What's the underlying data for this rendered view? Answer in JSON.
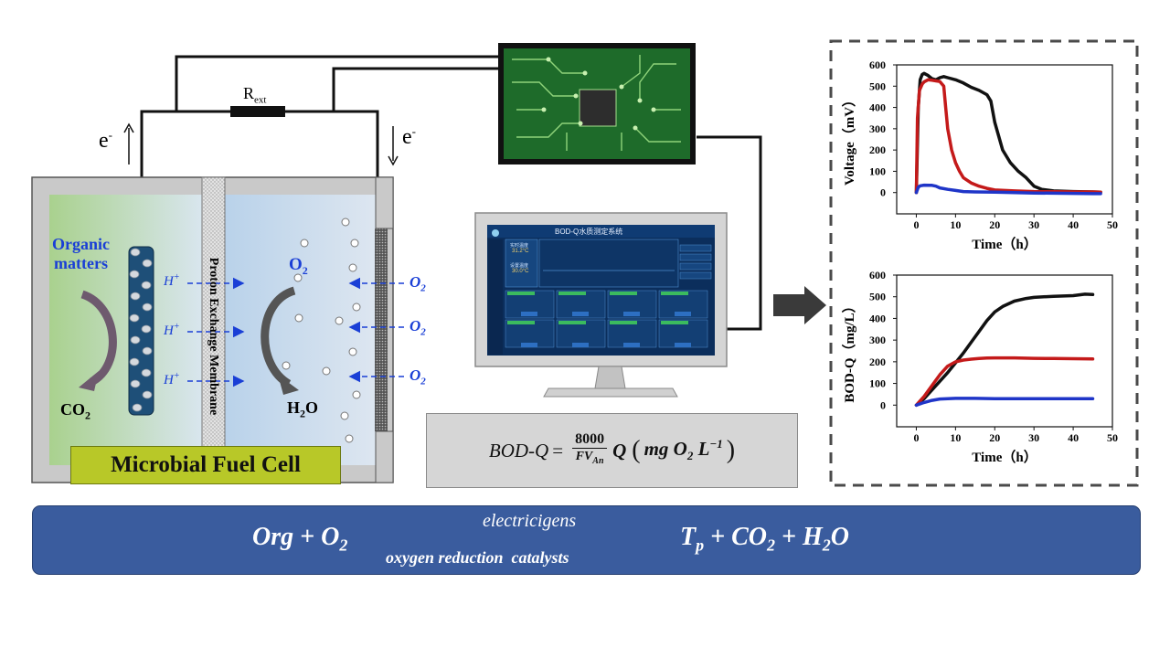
{
  "circuit": {
    "resistor_label": "R",
    "resistor_sub": "ext",
    "electron_left": "e",
    "electron_right": "e",
    "electron_sup": "-"
  },
  "cell": {
    "title": "Microbial Fuel Cell",
    "membrane_label": "Proton Exchange Membrane",
    "organic_label": "Organic\nmatters",
    "co2": "CO",
    "co2_sub": "2",
    "o2": "O",
    "o2_sub": "2",
    "h2o": "H",
    "h2o_sub": "2",
    "h2o_tail": "O",
    "proton": "H",
    "proton_sup": "+",
    "o2_inflow": "O",
    "o2_inflow_sub": "2"
  },
  "monitor": {
    "title": "BOD-Q水质测定系统",
    "panel_labels": [
      "实时温度",
      "31.2°C",
      "设置温度",
      "30.0°C"
    ]
  },
  "formula": {
    "lhs": "BOD-Q",
    "numerator": "8000",
    "denominator": "FV",
    "denominator_sub": "An",
    "rhs_var": "Q",
    "units": "mg O",
    "units_sub": "2",
    "units_tail": "L",
    "units_exp": "−1"
  },
  "reaction": {
    "reactant_1": "Org",
    "reactant_2": "O",
    "reactant_2_sub": "2",
    "above_arrow": "electricigens",
    "below_arrow": "oxygen reduction  catalysts",
    "product_1": "T",
    "product_1_sub": "p",
    "product_2": "CO",
    "product_2_sub": "2",
    "product_3": "H",
    "product_3_sub": "2",
    "product_3_tail": "O"
  },
  "colors": {
    "black_series": "#111111",
    "red_series": "#c41a1a",
    "blue_series": "#1f35c8",
    "banner": "#3a5c9e",
    "title_box": "#b8c828"
  },
  "chart_data": [
    {
      "type": "line",
      "xlabel": "Time（h）",
      "ylabel": "Voltage（mV）",
      "xlim": [
        -5,
        50
      ],
      "ylim": [
        -100,
        600
      ],
      "xticks": [
        0,
        10,
        20,
        30,
        40,
        50
      ],
      "yticks": [
        0,
        100,
        200,
        300,
        400,
        500,
        600
      ],
      "series": [
        {
          "color": "#111111",
          "x": [
            0,
            0.5,
            1,
            1.5,
            2,
            3,
            4,
            5,
            6,
            7,
            8,
            10,
            12,
            14,
            16,
            18,
            19,
            20,
            22,
            24,
            26,
            28,
            30,
            32,
            35,
            40,
            45,
            47
          ],
          "y": [
            0,
            400,
            530,
            555,
            560,
            550,
            535,
            530,
            540,
            545,
            540,
            530,
            515,
            495,
            480,
            460,
            430,
            330,
            200,
            140,
            100,
            70,
            30,
            15,
            8,
            5,
            3,
            2
          ]
        },
        {
          "color": "#c41a1a",
          "x": [
            0,
            0.3,
            0.8,
            1.5,
            2,
            3,
            4,
            5,
            6,
            7,
            7.5,
            8,
            9,
            10,
            11,
            12,
            14,
            16,
            18,
            20,
            25,
            30,
            35,
            40,
            45,
            47
          ],
          "y": [
            0,
            350,
            480,
            510,
            520,
            530,
            528,
            525,
            522,
            500,
            400,
            300,
            200,
            140,
            100,
            70,
            45,
            30,
            20,
            12,
            8,
            5,
            4,
            3,
            3,
            2
          ]
        },
        {
          "color": "#1f35c8",
          "x": [
            0,
            0.5,
            1,
            2,
            4,
            5,
            6,
            8,
            10,
            12,
            15,
            20,
            25,
            30,
            35,
            40,
            45,
            47
          ],
          "y": [
            0,
            25,
            32,
            35,
            34,
            30,
            22,
            15,
            10,
            5,
            3,
            2,
            0,
            -2,
            -3,
            -4,
            -5,
            -5
          ]
        }
      ]
    },
    {
      "type": "line",
      "xlabel": "Time（h）",
      "ylabel": "BOD-Q（mg/L）",
      "xlim": [
        -5,
        50
      ],
      "ylim": [
        -100,
        600
      ],
      "xticks": [
        0,
        10,
        20,
        30,
        40,
        50
      ],
      "yticks": [
        0,
        100,
        200,
        300,
        400,
        500,
        600
      ],
      "series": [
        {
          "color": "#111111",
          "x": [
            0,
            2,
            4,
            6,
            8,
            10,
            12,
            14,
            16,
            18,
            20,
            22,
            25,
            28,
            30,
            35,
            40,
            43,
            45
          ],
          "y": [
            0,
            30,
            70,
            110,
            150,
            195,
            240,
            290,
            340,
            390,
            430,
            455,
            480,
            492,
            497,
            502,
            505,
            512,
            510
          ]
        },
        {
          "color": "#c41a1a",
          "x": [
            0,
            2,
            4,
            6,
            8,
            10,
            12,
            14,
            16,
            18,
            20,
            25,
            30,
            35,
            40,
            45
          ],
          "y": [
            0,
            40,
            90,
            140,
            180,
            200,
            208,
            212,
            215,
            217,
            218,
            218,
            216,
            215,
            214,
            213
          ]
        },
        {
          "color": "#1f35c8",
          "x": [
            0,
            2,
            4,
            6,
            8,
            10,
            15,
            20,
            25,
            30,
            35,
            40,
            45
          ],
          "y": [
            0,
            12,
            22,
            28,
            30,
            31,
            31,
            30,
            30,
            30,
            30,
            30,
            30
          ]
        }
      ]
    }
  ]
}
